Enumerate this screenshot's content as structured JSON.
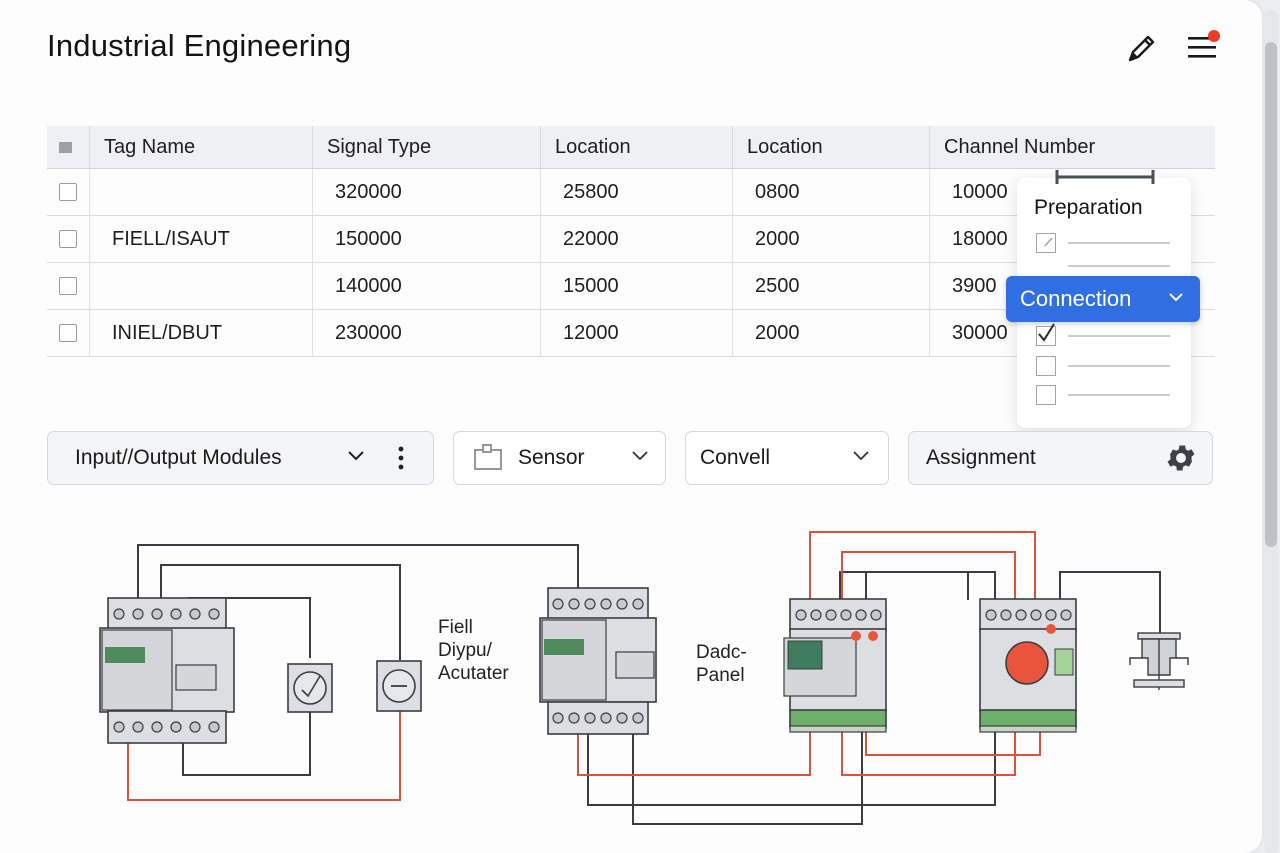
{
  "header": {
    "title": "Industrial Engineering",
    "edit_icon": "pencil-icon",
    "menu_icon": "hamburger-menu-icon",
    "notification_color": "#ef3b24"
  },
  "table": {
    "columns": [
      "Tag Name",
      "Signal Type",
      "Location",
      "Location",
      "Channel Number"
    ],
    "rows": [
      {
        "tag": "",
        "signal": "320000",
        "loc1": "25800",
        "loc2": "0800",
        "channel": "10000"
      },
      {
        "tag": "FIELL/ISAUT",
        "signal": "150000",
        "loc1": "22000",
        "loc2": "2000",
        "channel": "18000"
      },
      {
        "tag": "",
        "signal": "140000",
        "loc1": "15000",
        "loc2": "2500",
        "channel": "3900"
      },
      {
        "tag": "INIEL/DBUT",
        "signal": "230000",
        "loc1": "12000",
        "loc2": "2000",
        "channel": "30000"
      }
    ]
  },
  "popover": {
    "title": "Preparation",
    "selected_label": "Connection",
    "accent": "#2f6fe0",
    "items": [
      {
        "state": "edit"
      },
      {
        "state": "none"
      },
      {
        "state": "checked"
      },
      {
        "state": "unchecked"
      },
      {
        "state": "unchecked"
      }
    ]
  },
  "controls": {
    "io_modules": "Input//Output Modules",
    "sensor": "Sensor",
    "convell": "Convell",
    "assignment": "Assignment"
  },
  "diagram": {
    "label_field": [
      "Fiell",
      "Diypu/",
      "Acutater"
    ],
    "label_panel": [
      "Dadc-",
      "Panel"
    ],
    "wire_colors": {
      "signal": "#d9533f",
      "neutral": "#3a3d42"
    }
  }
}
